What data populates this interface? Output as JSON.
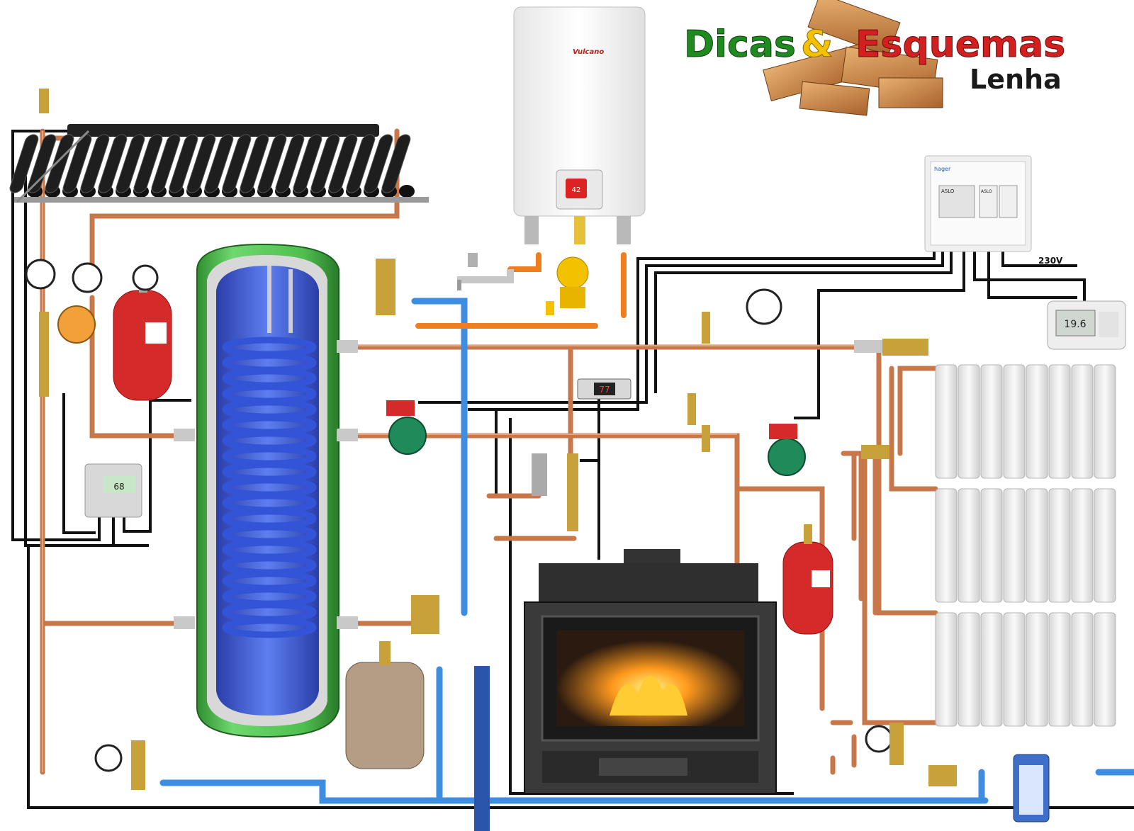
{
  "branding": {
    "word1": "Dicas",
    "amp": "&",
    "word2": "Esquemas",
    "subtitle": "Lenha",
    "color_green": "#1f8a1f",
    "color_yellow": "#f2c200",
    "color_red": "#d21f1f"
  },
  "boiler": {
    "brand": "Vulcano",
    "display": "42"
  },
  "electrical_panel": {
    "voltage": "230V",
    "brand_badge": "hager",
    "breaker_label_1": "ASLO",
    "breaker_label_2": "ASLO"
  },
  "thermostat": {
    "display": "19.6"
  },
  "solar_controller": {
    "display": "68"
  },
  "fireplace_controller": {
    "display": "77"
  },
  "colors": {
    "copper": "#c8774a",
    "copper_dark": "#8a4a28",
    "cold_water": "#3d8ee0",
    "gas_line": "#f07d1e",
    "cable": "#111111",
    "tank_green": "#4fbf4f",
    "tank_blue": "#2d4fc8",
    "expansion_red": "#d42a2a",
    "radiator": "#f1f1f1",
    "fireplace": "#3a3a3a",
    "brass": "#c9a13b"
  }
}
